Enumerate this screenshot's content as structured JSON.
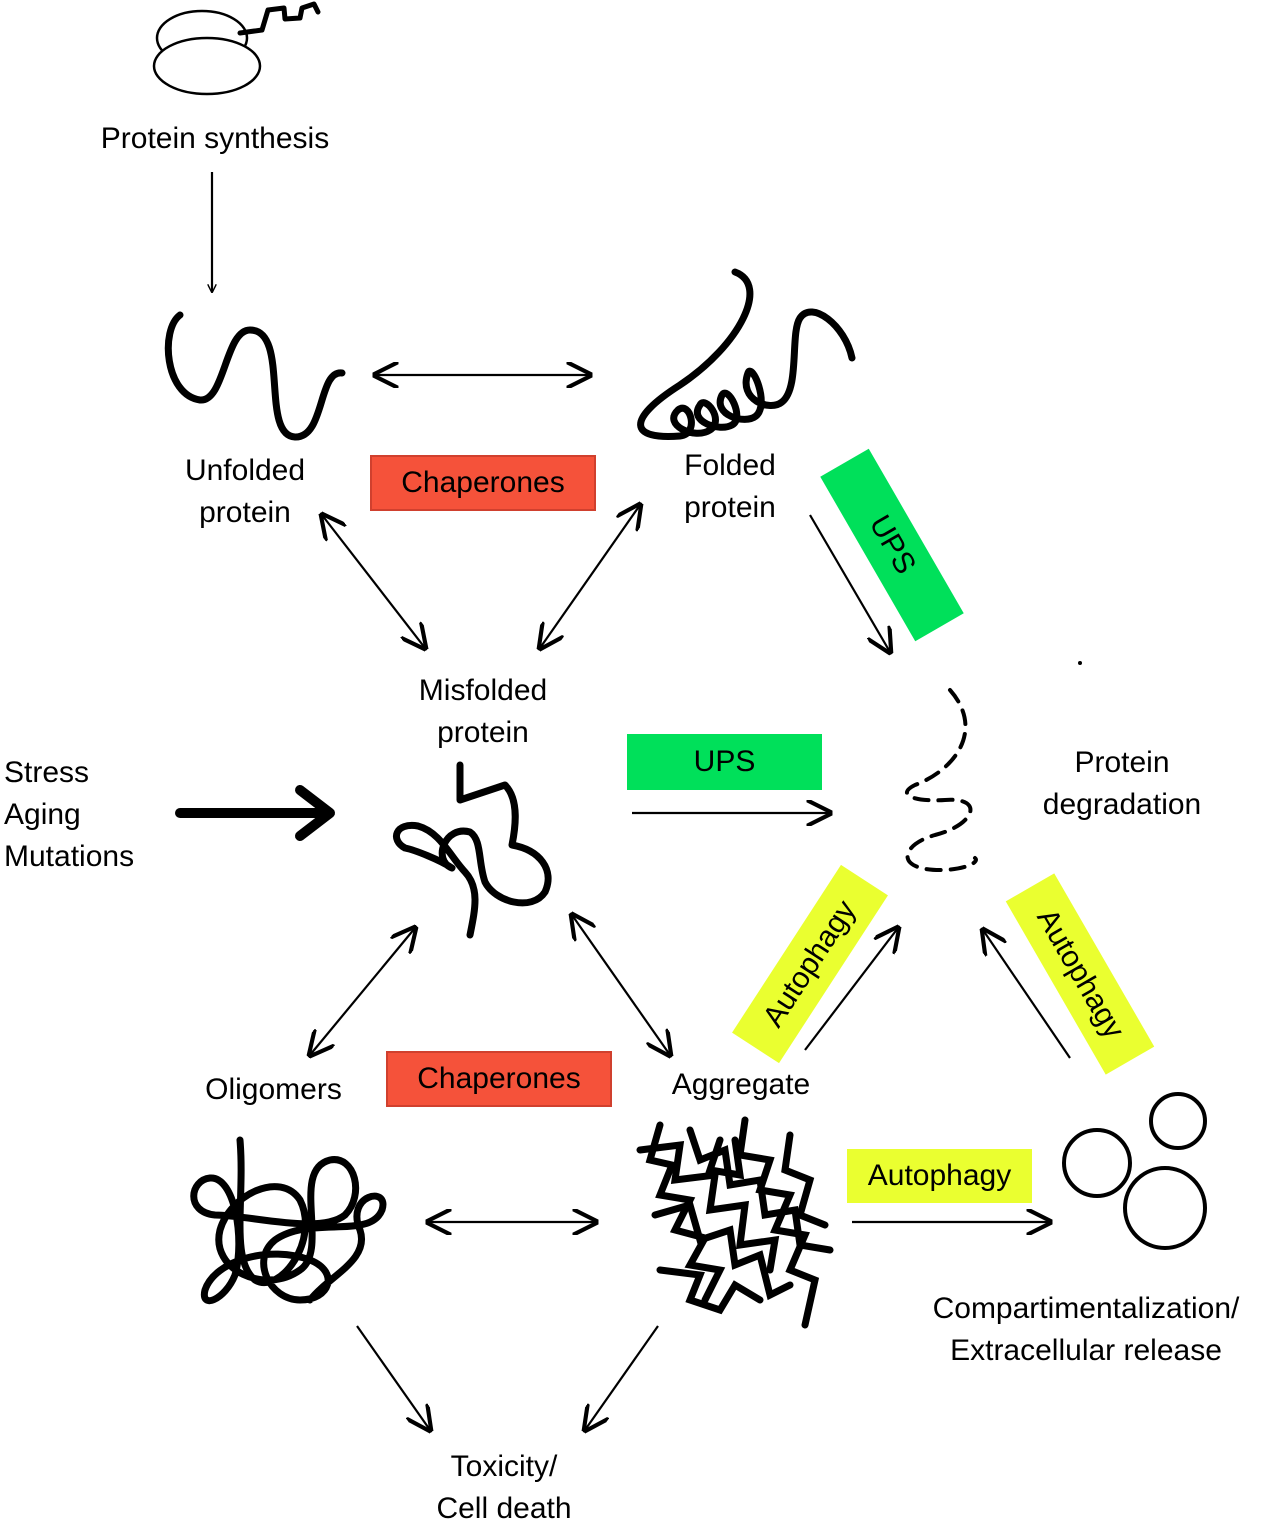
{
  "labels": {
    "protein_synthesis": "Protein synthesis",
    "unfolded_line1": "Unfolded",
    "unfolded_line2": "protein",
    "folded_line1": "Folded",
    "folded_line2": "protein",
    "misfolded_line1": "Misfolded",
    "misfolded_line2": "protein",
    "stress": "Stress",
    "aging": "Aging",
    "mutations": "Mutations",
    "degradation_line1": "Protein",
    "degradation_line2": "degradation",
    "oligomers": "Oligomers",
    "aggregate": "Aggregate",
    "compartment_line1": "Compartimentalization/",
    "compartment_line2": "Extracellular release",
    "toxicity_line1": "Toxicity/",
    "toxicity_line2": "Cell death"
  },
  "boxes": {
    "chaperones_top": "Chaperones",
    "chaperones_bottom": "Chaperones",
    "ups_diagonal": "UPS",
    "ups_horizontal": "UPS",
    "autophagy_left": "Autophagy",
    "autophagy_right": "Autophagy",
    "autophagy_bottom": "Autophagy"
  },
  "colors": {
    "chaperones": "#f5523a",
    "ups": "#00e05a",
    "autophagy": "#eaff30"
  },
  "icons": {
    "ribosome": "ribosome-icon",
    "unfolded": "unfolded-protein-icon",
    "folded": "folded-protein-icon",
    "misfolded": "misfolded-protein-icon",
    "degraded": "degraded-protein-icon",
    "oligomers": "oligomers-icon",
    "aggregate": "aggregate-icon",
    "vesicles": "vesicles-icon"
  }
}
